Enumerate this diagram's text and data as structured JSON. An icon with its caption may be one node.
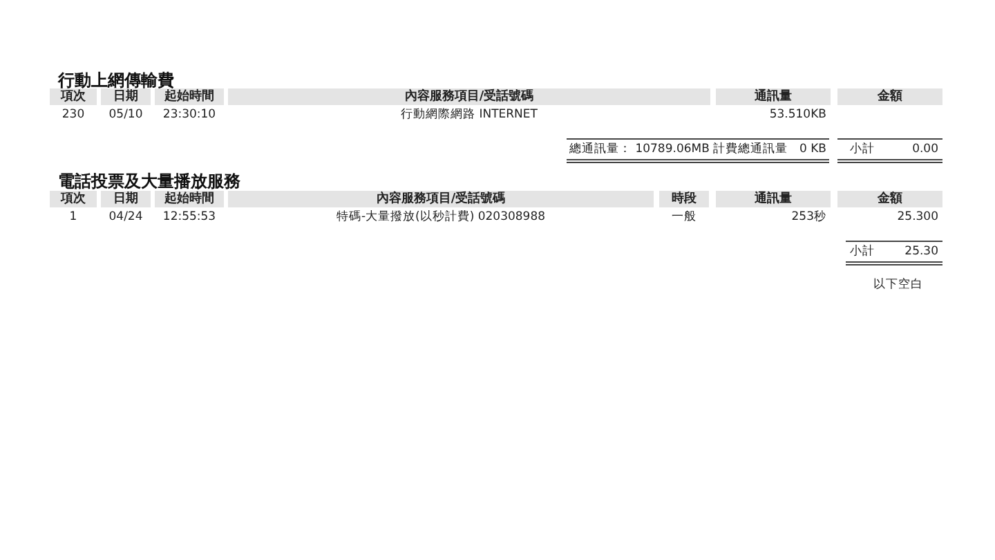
{
  "diagram": {
    "labels": [
      "行動上網傳輸費",
      "項次",
      "日期",
      "起始時間",
      "內容服務項目/受話號碼",
      "通訊量",
      "金額",
      "230",
      "05/10",
      "23:30:10",
      "行動網際網路 INTERNET",
      "53.510KB",
      "總通訊量： 10789.06MB",
      "計費總通訊量",
      "0 KB",
      "小計",
      "0.00",
      "電話投票及大量播放服務",
      "項次",
      "日期",
      "起始時間",
      "內容服務項目/受話號碼",
      "時段",
      "通訊量",
      "金額",
      "1",
      "04/24",
      "12:55:53",
      "特碼-大量撥放(以秒計費) 020308988",
      "一般",
      "253秒",
      "25.300",
      "小計",
      "25.30",
      "以下空白"
    ]
  }
}
